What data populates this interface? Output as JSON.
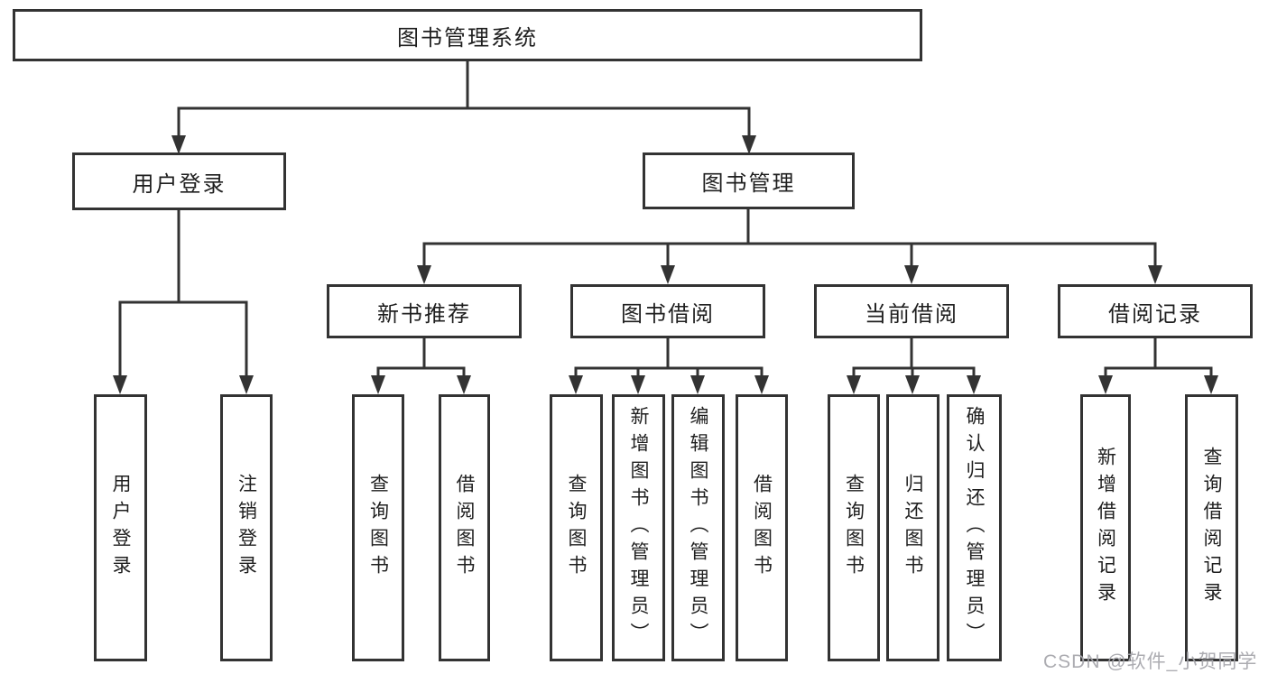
{
  "diagram": {
    "root": {
      "label": "图书管理系统"
    },
    "level2": [
      {
        "label": "用户登录"
      },
      {
        "label": "图书管理"
      }
    ],
    "level3": [
      {
        "label": "新书推荐"
      },
      {
        "label": "图书借阅"
      },
      {
        "label": "当前借阅"
      },
      {
        "label": "借阅记录"
      }
    ],
    "leaves": {
      "user_login": [
        {
          "label": "用户登录"
        },
        {
          "label": "注销登录"
        }
      ],
      "new_book_recommend": [
        {
          "label": "查询图书"
        },
        {
          "label": "借阅图书"
        }
      ],
      "book_borrowing": [
        {
          "label": "查询图书"
        },
        {
          "label": "新增图书（管理员）"
        },
        {
          "label": "编辑图书（管理员）"
        },
        {
          "label": "借阅图书"
        }
      ],
      "current_borrowing": [
        {
          "label": "查询图书"
        },
        {
          "label": "归还图书"
        },
        {
          "label": "确认归还（管理员）"
        }
      ],
      "borrowing_records": [
        {
          "label": "新增借阅记录"
        },
        {
          "label": "查询借阅记录"
        }
      ]
    },
    "colors": {
      "line": "#333333",
      "text": "#1f1f1f",
      "background": "#ffffff",
      "watermark": "#a5a5ab"
    }
  },
  "watermark": {
    "text": "CSDN @软件_小贺同学"
  }
}
